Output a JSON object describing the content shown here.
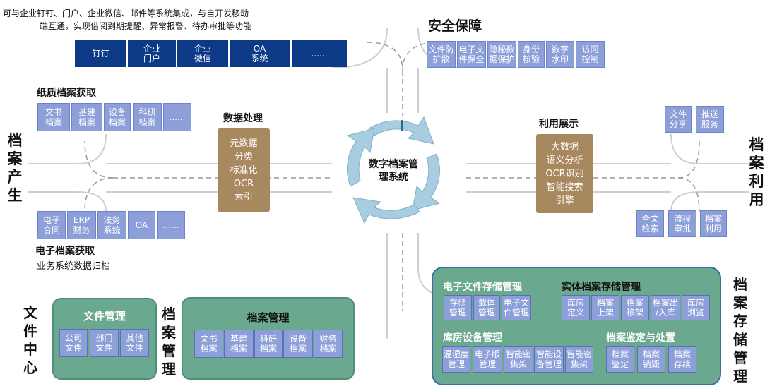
{
  "top_note": {
    "line1": "可与企业钉钉、门户、企业微信、邮件等系统集成，与自开发移动",
    "line2": "端互通，实现借阅到期提醒、异常报警、待办审批等功能"
  },
  "top_systems": [
    "钉钉",
    "企业\n门户",
    "企业\n微信",
    "OA\n系统",
    "......"
  ],
  "security": {
    "title": "安全保障",
    "items": [
      "文件防\n扩散",
      "电子文\n件保全",
      "隐秘数\n据保护",
      "身份\n核验",
      "数字\n水印",
      "访问\n控制"
    ]
  },
  "paper": {
    "title": "纸质档案获取",
    "items": [
      "文书\n档案",
      "基建\n档案",
      "设备\n档案",
      "科研\n档案",
      "......"
    ]
  },
  "electronic": {
    "title": "电子档案获取",
    "subtitle": "业务系统数据归档",
    "items": [
      "电子\n合同",
      "ERP\n财务",
      "法务\n系统",
      "OA",
      "......"
    ]
  },
  "left_label": "档案产生",
  "data_processing": {
    "title": "数据处理",
    "text": "元数据\n分类\n标准化\nOCR\n索引"
  },
  "center": "数字档案管\n理系统",
  "utilization_display": {
    "title": "利用展示",
    "text": "大数据\n语义分析\nOCR识别\n智能搜索\n引擎"
  },
  "right_label": "档案利用",
  "use_top": [
    "文件\n分享",
    "推送\n服务"
  ],
  "use_bottom": [
    "全文\n检索",
    "流程\n审批",
    "档案\n利用"
  ],
  "file_center": {
    "label": "文件中心",
    "title": "文件管理",
    "items": [
      "公司\n文件",
      "部门\n文件",
      "其他\n文件"
    ]
  },
  "archive_mgmt": {
    "label": "档案管理",
    "title": "档案管理",
    "items": [
      "文书\n档案",
      "基建\n档案",
      "科研\n档案",
      "设备\n档案",
      "财务\n档案"
    ]
  },
  "storage": {
    "label": "档案存储管理",
    "e_file": {
      "title": "电子文件存储管理",
      "items": [
        "存储\n管理",
        "载体\n管理",
        "电子文\n件管理"
      ]
    },
    "physical": {
      "title": "实体档案存储管理",
      "items": [
        "库房\n定义",
        "档案\n上架",
        "档案\n移架",
        "档案出\n/入库",
        "库房\n浏览"
      ]
    },
    "equipment": {
      "title": "库房设备管理",
      "items": [
        "温湿度\n管理",
        "电子眼\n管理",
        "智能密\n集架",
        "智能设\n备管理",
        "智能密\n集架"
      ]
    },
    "appraisal": {
      "title": "档案鉴定与处置",
      "items": [
        "档案\n鉴定",
        "档案\n销毁",
        "档案\n存续"
      ]
    }
  },
  "colors": {
    "navy": "#0d3a86",
    "lavender": "#8c9fd8",
    "brown": "#a8885e",
    "green": "#6aa98f",
    "road": "#c9c9c9",
    "arrow": "#a9cde0"
  }
}
